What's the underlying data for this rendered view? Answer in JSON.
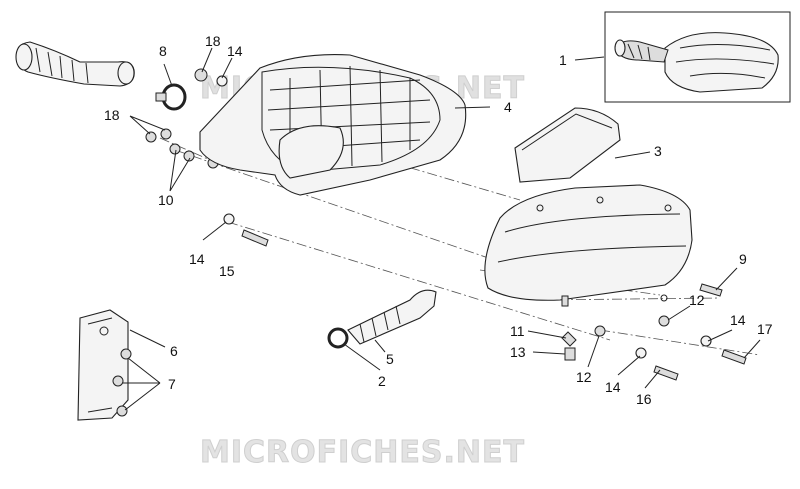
{
  "watermark": {
    "top": "MICROFICHES.NET",
    "bottom": "MICROFICHES.NET"
  },
  "callouts": {
    "c1": "1",
    "c2": "2",
    "c3": "3",
    "c4": "4",
    "c5": "5",
    "c6": "6",
    "c7": "7",
    "c8": "8",
    "c9": "9",
    "c10": "10",
    "c11": "11",
    "c12a": "12",
    "c12b": "12",
    "c13": "13",
    "c14a": "14",
    "c14b": "14",
    "c14c": "14",
    "c14d": "14",
    "c15": "15",
    "c16": "16",
    "c17": "17",
    "c18a": "18",
    "c18b": "18"
  }
}
